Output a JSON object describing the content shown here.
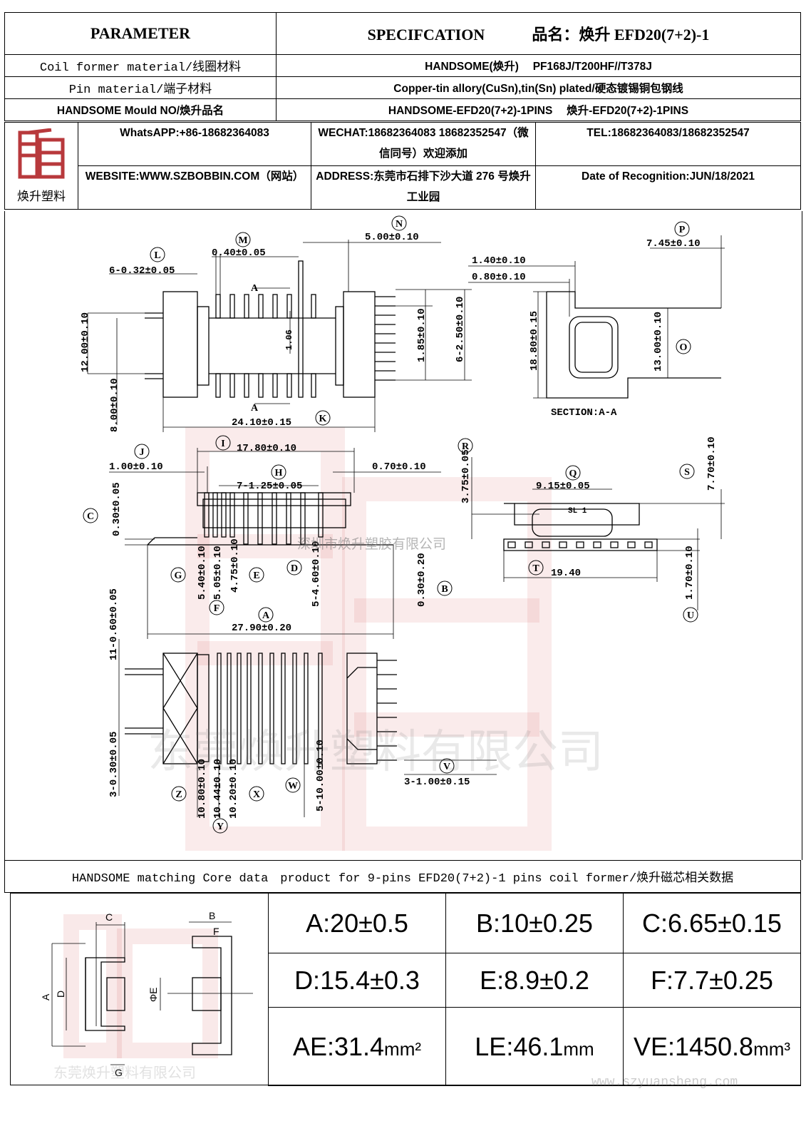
{
  "header": {
    "parameter": "PARAMETER",
    "specification": "SPECIFCATION",
    "product_name": "品名：焕升 EFD20(7+2)-1",
    "rows": [
      {
        "label": "Coil former material/线圈材料",
        "value": "HANDSOME(焕升)　 PF168J/T200HF//T378J"
      },
      {
        "label": "Pin material/端子材料",
        "value": "Copper-tin allory(CuSn),tin(Sn) plated/硬态镀锡铜包钢线"
      },
      {
        "label": "HANDSOME Mould NO/焕升品名",
        "value": "HANDSOME-EFD20(7+2)-1PINS　 焕升-EFD20(7+2)-1PINS"
      }
    ]
  },
  "logo": {
    "caption": "焕升塑料"
  },
  "contact": {
    "whatsapp": "WhatsAPP:+86-18682364083",
    "wechat": "WECHAT:18682364083 18682352547（微信同号）欢迎添加",
    "tel": "TEL:18682364083/18682352547",
    "website": "WEBSITE:WWW.SZBOBBIN.COM（网站）",
    "address": "ADDRESS:东莞市石排下沙大道 276 号焕升工业园",
    "date": "Date of Recognition:JUN/18/2021"
  },
  "drawing": {
    "dims": {
      "L": "6-0.32±0.05",
      "M": "0.40±0.05",
      "N": "5.00±0.10",
      "P": "7.45±0.10",
      "d_140": "1.40±0.10",
      "d_080": "0.80±0.10",
      "K": "24.10±0.15",
      "v_1200": "12.00±0.10",
      "v_800": "8.00±0.10",
      "v_106": "1.06",
      "v_185": "1.85±0.10",
      "v_6250": "6-2.50±0.10",
      "v_1880": "18.80±0.15",
      "O": "13.00±0.10",
      "section": "SECTION:A-A",
      "I": "17.80±0.10",
      "J": "1.00±0.10",
      "H": "7-1.25±0.05",
      "d_070": "0.70±0.10",
      "C": "0.30±0.05",
      "R": "3.75±0.05",
      "Q": "9.15±0.05",
      "S": "7.70±0.10",
      "sl": "SL 1",
      "T": "19.40",
      "G": "5.40±0.10",
      "F": "5.05±0.10",
      "E": "4.75±0.10",
      "D": "5-4.60±0.10",
      "B": "0.30±0.20",
      "A": "27.90±0.20",
      "U": "1.70±0.10",
      "v_11060": "11-0.60±0.05",
      "v_3030": "3-0.30±0.05",
      "Z": "10.80±0.10",
      "Y": "10.44±0.10",
      "X": "10.20±0.10",
      "W": "5-10.00±0.10",
      "V": "3-1.00±0.15"
    },
    "watermark_small": "深圳市焕升塑胶有限公司",
    "watermark_large": "东莞焕升塑料有限公司"
  },
  "core": {
    "title": "HANDSOME matching Core data　product for 9-pins EFD20(7+2)-1 pins coil former/焕升磁芯相关数据",
    "diagram_labels": {
      "A": "A",
      "B": "B",
      "C": "C",
      "D": "D",
      "E": "ΦE",
      "F": "F",
      "G": "G"
    },
    "watermark": "东莞焕升塑料有限公司",
    "values": [
      [
        "A:20±0.5",
        "B:10±0.25",
        "C:6.65±0.15"
      ],
      [
        "D:15.4±0.3",
        "E:8.9±0.2",
        "F:7.7±0.25"
      ]
    ],
    "ae_label": "AE:31.4",
    "ae_unit": "mm²",
    "le_label": "LE:46.1",
    "le_unit": "mm",
    "ve_label": "VE:1450.8",
    "ve_unit": "mm³",
    "site_watermark": "www.szyuansheng.com"
  },
  "colors": {
    "logo_red": "#b8393c",
    "line": "#000000"
  }
}
